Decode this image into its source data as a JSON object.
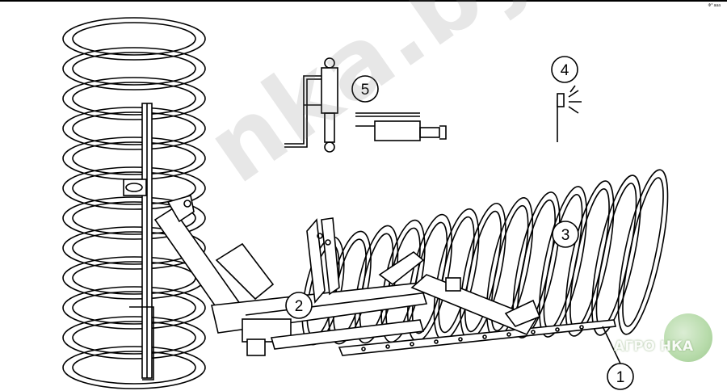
{
  "corner_mark": "Ф* ааа",
  "watermark": "nka.by",
  "logo_text": "АГРО НКА",
  "callouts": [
    {
      "id": "1",
      "label": "1"
    },
    {
      "id": "2",
      "label": "2"
    },
    {
      "id": "3",
      "label": "3"
    },
    {
      "id": "4",
      "label": "4"
    },
    {
      "id": "5",
      "label": "5"
    }
  ],
  "colors": {
    "line": "#000000",
    "background": "#ffffff",
    "logo_green": "#8cc47a"
  }
}
